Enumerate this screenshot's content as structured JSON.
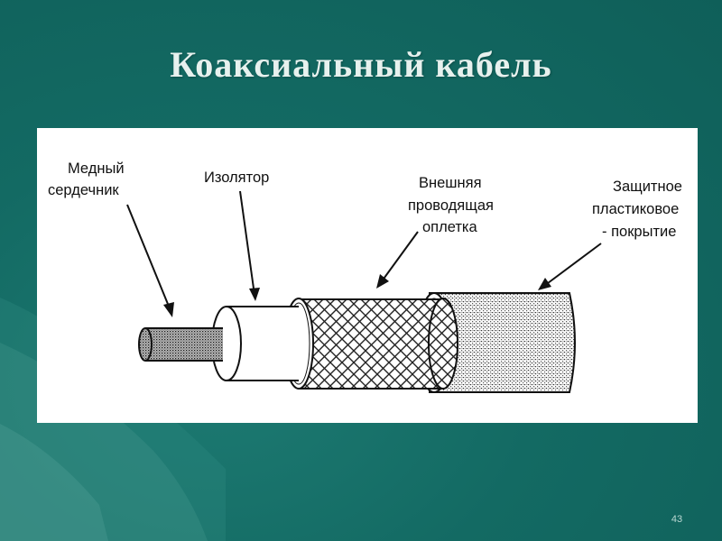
{
  "slide": {
    "title": "Коаксиальный кабель",
    "page_number": "43"
  },
  "diagram": {
    "labels": {
      "core": [
        "Медный",
        "сердечник"
      ],
      "insulator": [
        "Изолятор"
      ],
      "braid": [
        "Внешняя",
        "проводящая",
        "оплетка"
      ],
      "jacket": [
        "Защитное",
        "пластиковое",
        "- покрытие"
      ]
    }
  }
}
